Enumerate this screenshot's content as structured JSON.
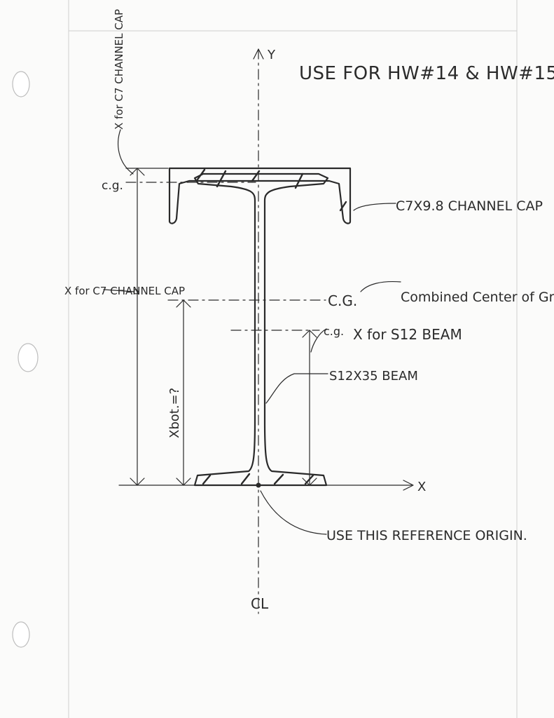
{
  "note": {
    "title": "USE FOR HW#14 & HW#15"
  },
  "labels": {
    "y_axis": "Y",
    "x_axis": "X",
    "x_for_c7_top": "X for C7 CHANNEL CAP",
    "cg_small_top": "c.g.",
    "channel_cap": "C7X9.8 CHANNEL CAP",
    "xbar_for_c7": "X for C7 CHANNEL CAP",
    "combined_cg": "C.G.",
    "combined_cg_desc": "Combined Center of Gravity",
    "cg_s12": "c.g.",
    "xbar_for_s12": "X for S12 BEAM",
    "s12_beam": "S12X35 BEAM",
    "xbot": "Xbot.=?",
    "reference_origin": "USE THIS REFERENCE ORIGIN.",
    "centerline": "CL"
  }
}
